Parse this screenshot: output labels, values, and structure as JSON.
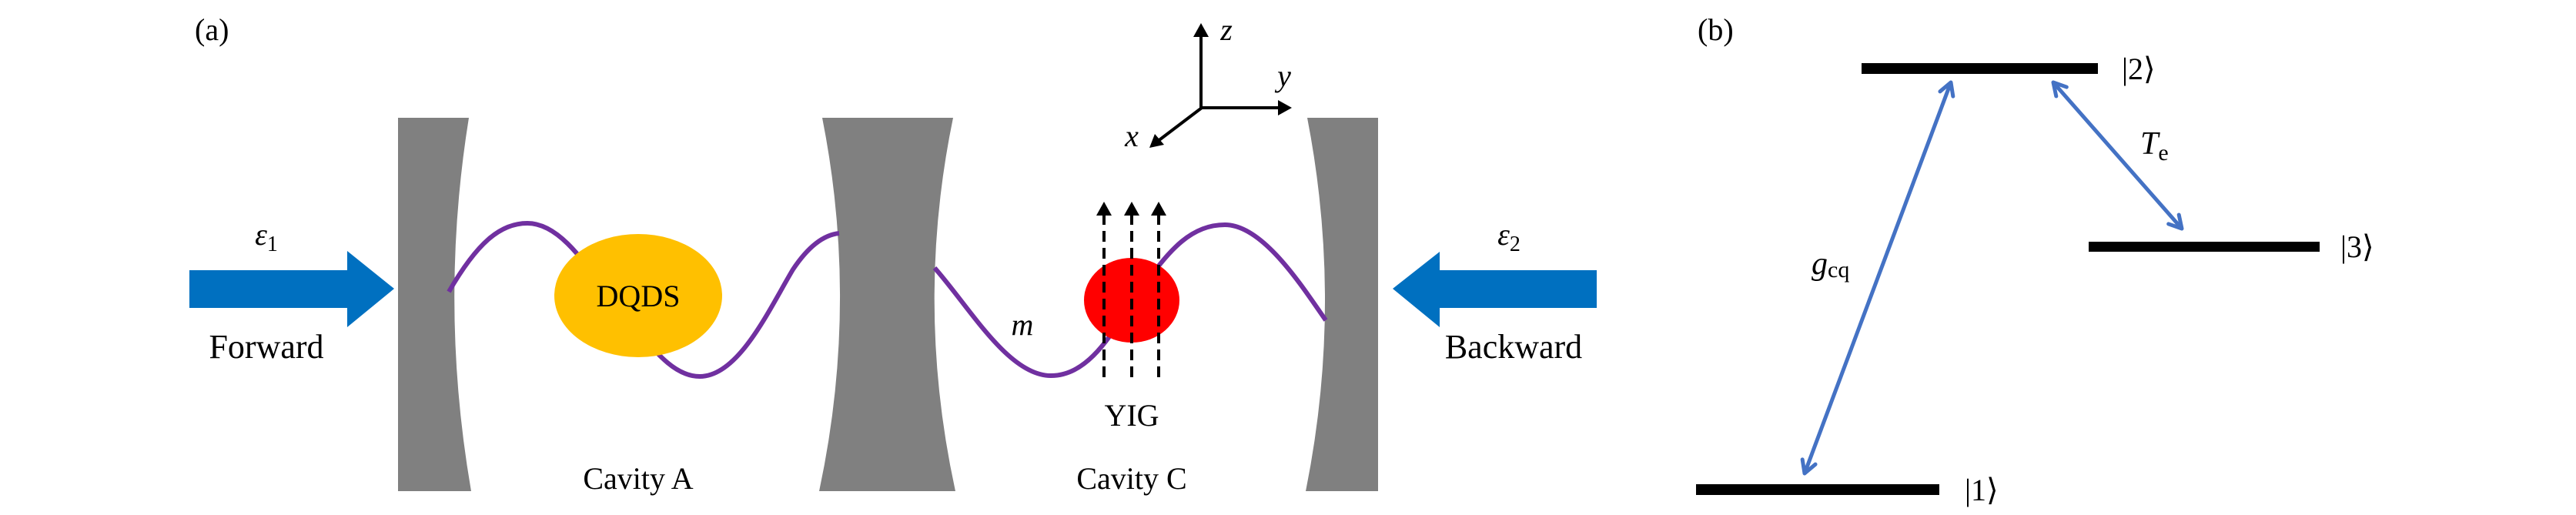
{
  "panel_a": {
    "label": "(a)",
    "input_forward": {
      "symbol": "ε",
      "subscript": "1",
      "label": "Forward"
    },
    "input_backward": {
      "symbol": "ε",
      "subscript": "2",
      "label": "Backward"
    },
    "dot_label": "DQDS",
    "magnon_label": "m",
    "yig_label": "YIG",
    "cavity_a_label": "Cavity A",
    "cavity_c_label": "Cavity C",
    "axes": {
      "x": "x",
      "y": "y",
      "z": "z"
    },
    "colors": {
      "mirror": "#808080",
      "pump_arrow": "#0070C0",
      "wave": "#7030A0",
      "dqds": "#FFC000",
      "yig": "#FF0000",
      "axes": "#000000"
    }
  },
  "panel_b": {
    "label": "(b)",
    "levels": [
      {
        "ket": "|2⟩",
        "name": "level-2"
      },
      {
        "ket": "|3⟩",
        "name": "level-3"
      },
      {
        "ket": "|1⟩",
        "name": "level-1"
      }
    ],
    "couplings": [
      {
        "symbol": "g",
        "subscript": "cq",
        "between": [
          "|1⟩",
          "|2⟩"
        ]
      },
      {
        "symbol": "T",
        "subscript": "e",
        "between": [
          "|2⟩",
          "|3⟩"
        ]
      }
    ],
    "colors": {
      "level": "#000000",
      "coupling": "#4472C4"
    }
  }
}
